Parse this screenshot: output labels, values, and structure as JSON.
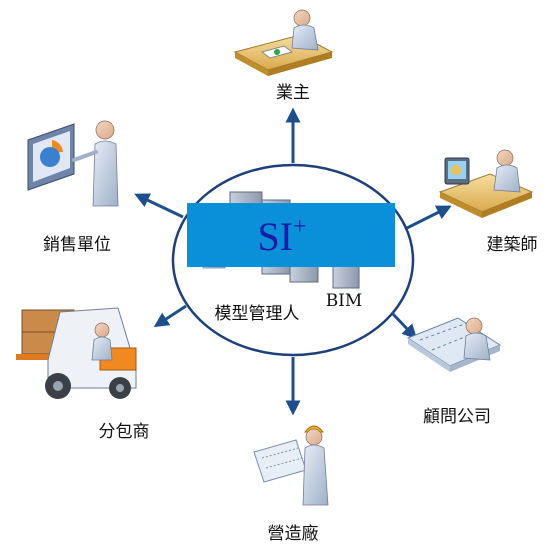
{
  "center": {
    "badge_main": "SI",
    "badge_sup": "+",
    "bim_label": "BIM",
    "manager_label": "模型管理人"
  },
  "nodes": {
    "owner": "業主",
    "architect": "建築師",
    "consultant": "顧問公司",
    "contractor": "營造廠",
    "subcontractor": "分包商",
    "sales": "銷售單位"
  },
  "colors": {
    "badge_fill": "#0a90d8",
    "badge_text": "#1a1aa8",
    "arrow": "#1f4e8c",
    "ellipse_stroke": "#1f3f7a"
  }
}
